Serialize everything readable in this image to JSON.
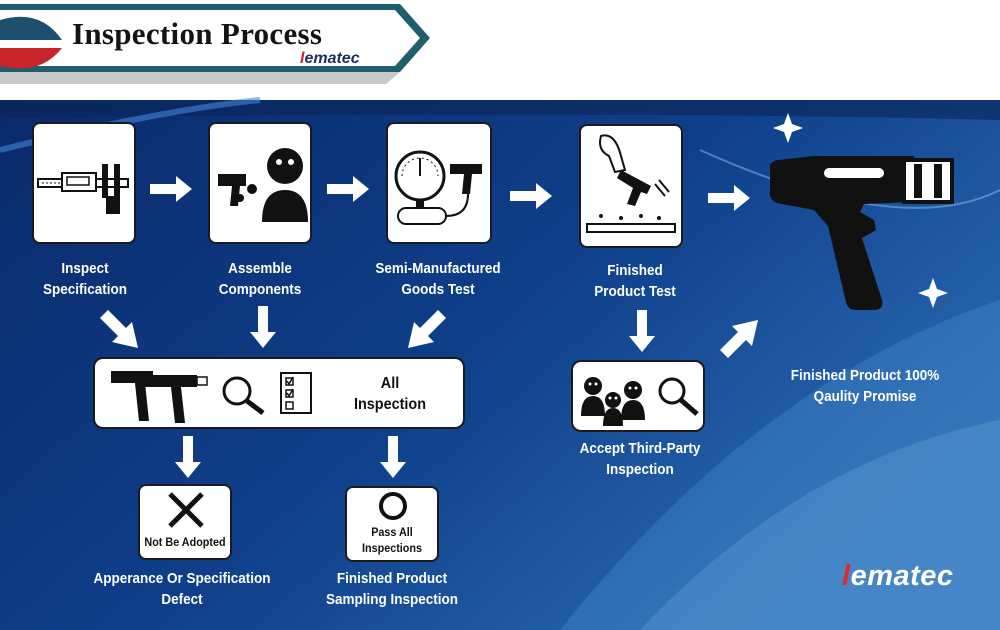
{
  "header": {
    "title": "Inspection Process",
    "logo_text_l": "l",
    "logo_text_rest": "ematec"
  },
  "steps": [
    {
      "label_line1": "Inspect",
      "label_line2": "Specification",
      "icon": "caliper-icon"
    },
    {
      "label_line1": "Assemble",
      "label_line2": "Components",
      "icon": "assembly-icon"
    },
    {
      "label_line1": "Semi-Manufactured",
      "label_line2": "Goods Test",
      "icon": "pressure-gauge-icon"
    },
    {
      "label_line1": "Finished",
      "label_line2": "Product Test",
      "icon": "spray-test-icon"
    }
  ],
  "all_inspection": {
    "line1": "All",
    "line2": "Inspection"
  },
  "not_adopted": {
    "badge": "Not Be Adopted",
    "label_line1": "Apperance Or Specification",
    "label_line2": "Defect"
  },
  "pass_all": {
    "badge_line1": "Pass All",
    "badge_line2": "Inspections",
    "label_line1": "Finished Product",
    "label_line2": "Sampling Inspection"
  },
  "third_party": {
    "label_line1": "Accept Third-Party",
    "label_line2": "Inspection"
  },
  "promise": {
    "line1": "Finished Product 100%",
    "line2": "Qaulity Promise"
  },
  "footer_logo": {
    "l": "l",
    "rest": "ematec"
  },
  "colors": {
    "background_dark": "#0d2a66",
    "background_light": "#2f6fb3",
    "accent_red": "#d21f26",
    "header_teal": "#1f5e6e"
  }
}
